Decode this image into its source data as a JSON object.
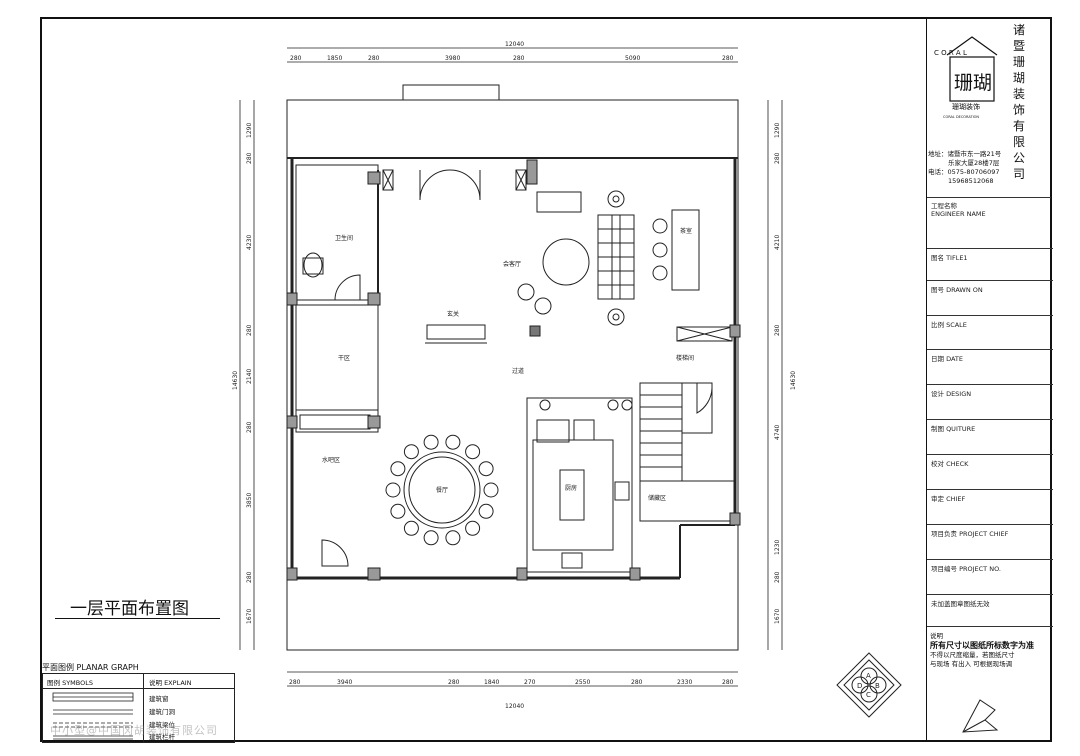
{
  "company": {
    "name_vertical": "诸暨珊瑚装饰有限公司",
    "logo_letters": "C O R A L",
    "logo_chars": "珊瑚",
    "logo_caption": "珊瑚装饰",
    "logo_sub": "CORAL DECORATION"
  },
  "contact": {
    "address_label": "地址：",
    "address_line1": "诸暨市东一路21号",
    "address_line2": "乐家大厦28楼7层",
    "phone_label": "电话：",
    "phone1": "0575-80706097",
    "phone2": "15968512068"
  },
  "title_block": {
    "project_name": "工程名称",
    "project_name_en": "ENGINEER NAME",
    "rows": [
      "图名 TIFLE1",
      "图号 DRAWN ON",
      "比例 SCALE",
      "日期 DATE",
      "设计 DESIGN",
      "制图 QUITURE",
      "校对 CHECK",
      "审定 CHIEF",
      "项目负责 PROJECT CHIEF",
      "项目编号   PROJECT NO.",
      "未加盖图章图纸无效"
    ]
  },
  "notes": {
    "title": "说明",
    "line1": "所有尺寸以图纸所标数字为准",
    "line2": "不得以尺度缩量，若图纸尺寸",
    "line3": "与现场 有出入  可根据现场调"
  },
  "plan": {
    "title": "一层平面布置图",
    "rooms": {
      "bathroom": "卫生间",
      "living": "会客厅",
      "tea": "茶室",
      "entry": "玄关",
      "dry": "干区",
      "corridor": "过道",
      "stair": "楼梯间",
      "bar": "水吧区",
      "dining": "餐厅",
      "kitchen": "厨房",
      "storage": "储藏区"
    },
    "dims_top": [
      "12040",
      "280",
      "1850",
      "280",
      "3980",
      "280",
      "5090",
      "280"
    ],
    "dims_bottom": [
      "280",
      "3940",
      "280",
      "1840",
      "270",
      "2550",
      "280",
      "2330",
      "280",
      "12040"
    ],
    "dims_left": [
      "1290",
      "280",
      "4230",
      "280",
      "2140",
      "280",
      "3850",
      "280",
      "1670",
      "14630"
    ],
    "dims_right": [
      "1290",
      "280",
      "4210",
      "280",
      "4740",
      "1230",
      "280",
      "1670",
      "14630"
    ]
  },
  "legend": {
    "title": "平面图例   PLANAR GRAPH",
    "col1": "图例 SYMBOLS",
    "col2": "说明   EXPLAIN",
    "items": [
      "建筑窗",
      "建筑门洞",
      "建筑梁位",
      "建筑栏杆"
    ]
  },
  "compass": {
    "a": "A",
    "b": "B",
    "c": "C",
    "d": "D"
  },
  "watermark": "中小型@中国冈胡装饰有限公司"
}
